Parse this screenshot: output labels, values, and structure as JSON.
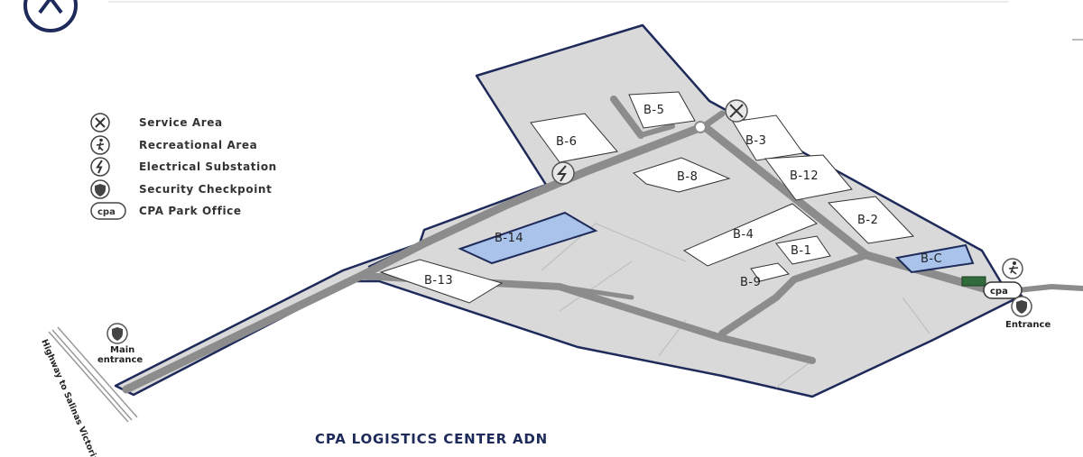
{
  "legend": [
    {
      "icon": "service-area-icon",
      "label": "Service Area"
    },
    {
      "icon": "recreational-area-icon",
      "label": "Recreational Area"
    },
    {
      "icon": "electrical-substation-icon",
      "label": "Electrical Substation"
    },
    {
      "icon": "security-checkpoint-icon",
      "label": "Security Checkpoint"
    },
    {
      "icon": "cpa-park-office-icon",
      "label": "CPA Park Office"
    }
  ],
  "buildings": {
    "b1": "B-1",
    "b2": "B-2",
    "b3": "B-3",
    "b4": "B-4",
    "b5": "B-5",
    "b6": "B-6",
    "b8": "B-8",
    "b9": "B-9",
    "b12": "B-12",
    "b13": "B-13",
    "b14": "B-14",
    "bc": "B-C"
  },
  "labels": {
    "main_entrance_line1": "Main",
    "main_entrance_line2": "entrance",
    "entrance": "Entrance",
    "highway": "Highway to Salinas Victoria",
    "cpa_badge": "cpa"
  },
  "title": "CPA LOGISTICS CENTER ADN",
  "colors": {
    "outline": "#1e2a5a",
    "land": "#d9d9d9",
    "road": "#8c8c8c",
    "highlight": "#a9c3ea"
  }
}
